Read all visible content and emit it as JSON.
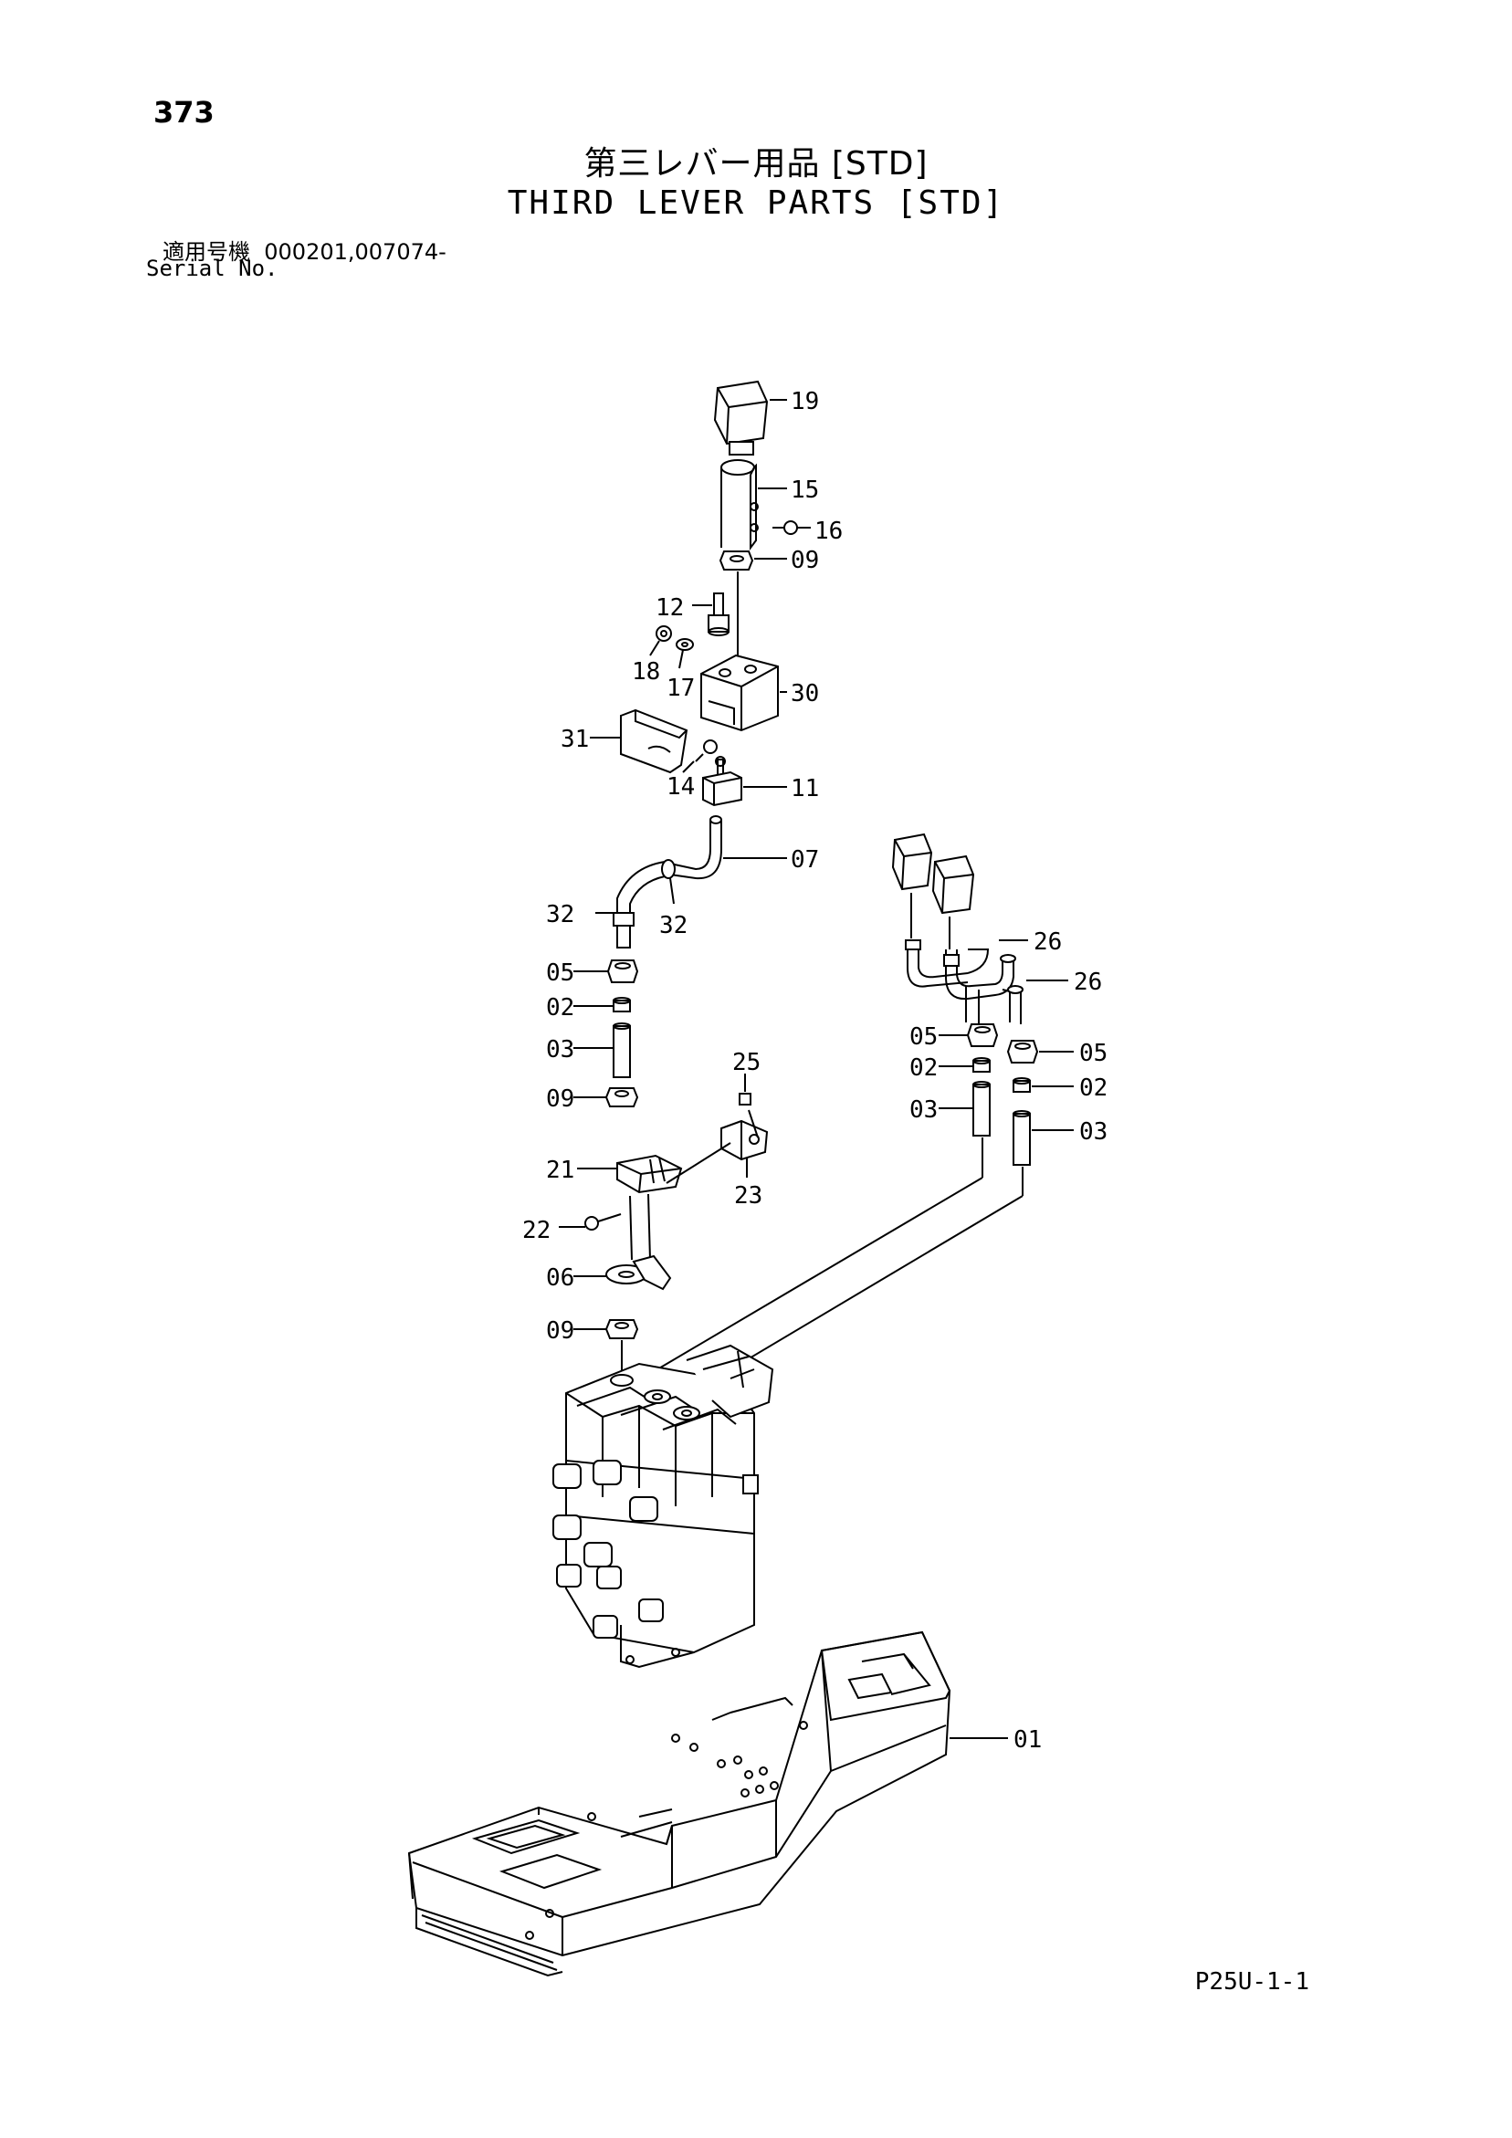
{
  "header": {
    "page_number": "373",
    "title_jp": "第三レバー用品 [STD]",
    "title_en": "THIRD LEVER PARTS [STD]",
    "serial_label_jp": "適用号機",
    "serial_values": "000201,007074-",
    "serial_label_en": "Serial No."
  },
  "footer": {
    "code": "P25U-1-1"
  },
  "callouts": {
    "c19": "19",
    "c15": "15",
    "c16": "16",
    "c09a": "09",
    "c12": "12",
    "c18": "18",
    "c17": "17",
    "c30": "30",
    "c31": "31",
    "c14": "14",
    "c11": "11",
    "c07": "07",
    "c32a": "32",
    "c32b": "32",
    "c05a": "05",
    "c02a": "02",
    "c03a": "03",
    "c09b": "09",
    "c25": "25",
    "c23": "23",
    "c21": "21",
    "c22": "22",
    "c06": "06",
    "c09c": "09",
    "c26a": "26",
    "c26b": "26",
    "c05b": "05",
    "c02b": "02",
    "c03b": "03",
    "c05c": "05",
    "c02c": "02",
    "c03c": "03",
    "c01": "01"
  }
}
